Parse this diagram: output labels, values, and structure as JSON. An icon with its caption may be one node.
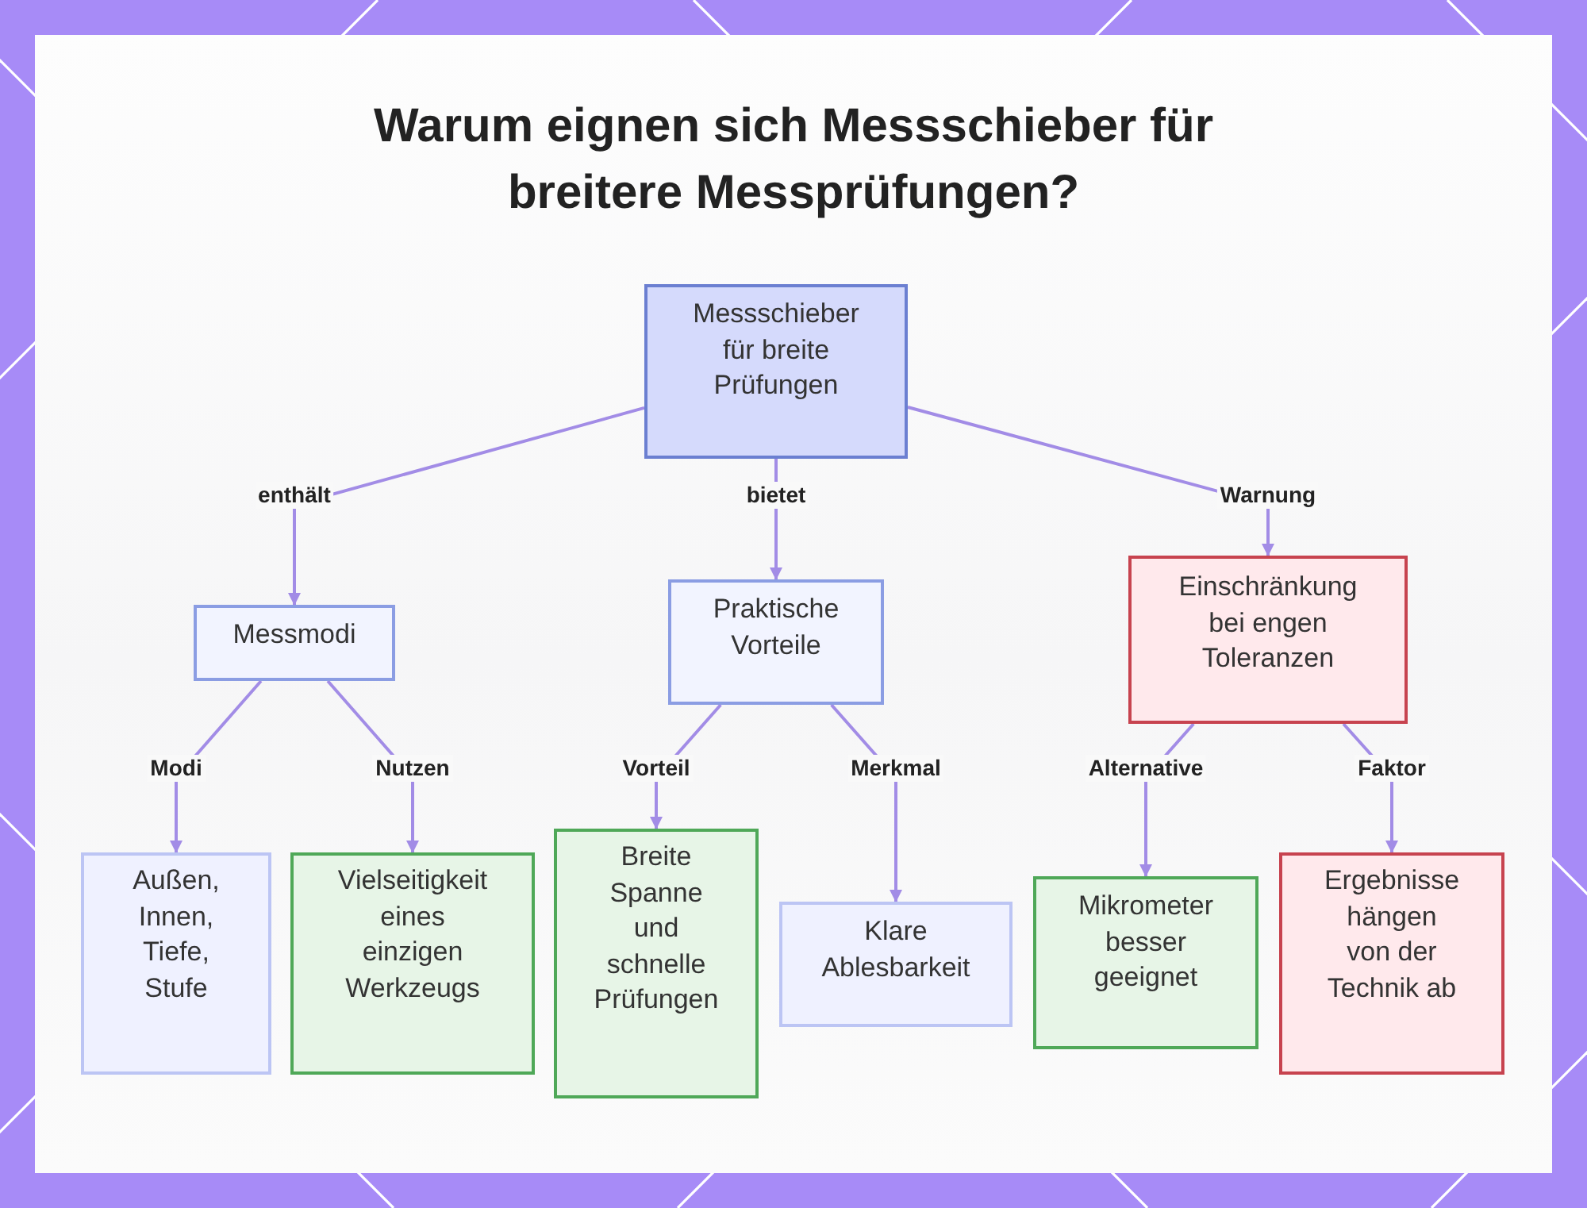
{
  "diagram": {
    "title": "Warum eignen sich Messschieber für breitere Messprüfungen?",
    "nodes": [
      {
        "text": [
          "Messschieber für breite Prüfungen"
        ]
      },
      {
        "text": [
          "Messmodi"
        ]
      },
      {
        "text": [
          "Praktische Vorteile"
        ]
      },
      {
        "text": [
          "Einschränkung bei engen Toleranzen"
        ]
      },
      {
        "text": [
          "Außen, Innen, Tiefe, Stufe"
        ]
      },
      {
        "text": [
          "Vielseitigkeit eines einzigen Werkzeugs"
        ]
      },
      {
        "text": [
          "Breite Spanne und schnelle Prüfungen"
        ]
      },
      {
        "text": [
          "Klare Ablesbarkeit"
        ]
      },
      {
        "text": [
          "Mikrometer besser geeignet"
        ]
      },
      {
        "text": [
          "Ergebnisse hängen von der Technik ab"
        ]
      }
    ],
    "edges": [
      {
        "from": 0,
        "to": 1,
        "arrow": "to",
        "label": "enthält"
      },
      {
        "from": 0,
        "to": 2,
        "arrow": "to",
        "label": "bietet"
      },
      {
        "from": 0,
        "to": 3,
        "arrow": "to",
        "label": "Warnung"
      },
      {
        "from": 1,
        "to": 4,
        "arrow": "to",
        "label": "Modi"
      },
      {
        "from": 1,
        "to": 5,
        "arrow": "to",
        "label": "Nutzen"
      },
      {
        "from": 2,
        "to": 6,
        "arrow": "to",
        "label": "Vorteil"
      },
      {
        "from": 2,
        "to": 7,
        "arrow": "to",
        "label": "Merkmal"
      },
      {
        "from": 3,
        "to": 8,
        "arrow": "to",
        "label": "Alternative"
      },
      {
        "from": 3,
        "to": 9,
        "arrow": "to",
        "label": "Faktor"
      }
    ]
  }
}
